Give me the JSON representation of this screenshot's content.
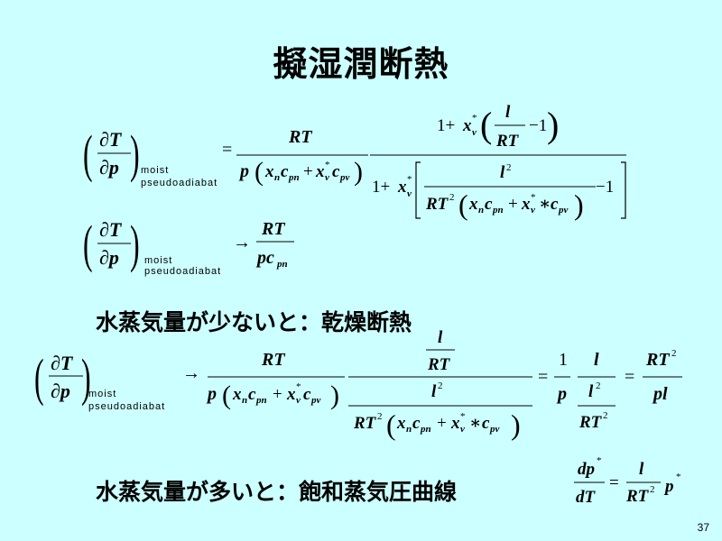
{
  "slide": {
    "title": "擬湿潤断熱",
    "section_small": "水蒸気量が少ないと：乾燥断熱",
    "section_large": "水蒸気量が多いと：飽和蒸気圧曲線",
    "page_number": "37"
  },
  "equations": {
    "subscript_moist": "moist",
    "subscript_pseudo": "pseudoadiabat"
  },
  "colors": {
    "background": "#ccffff",
    "ink": "#000000"
  }
}
